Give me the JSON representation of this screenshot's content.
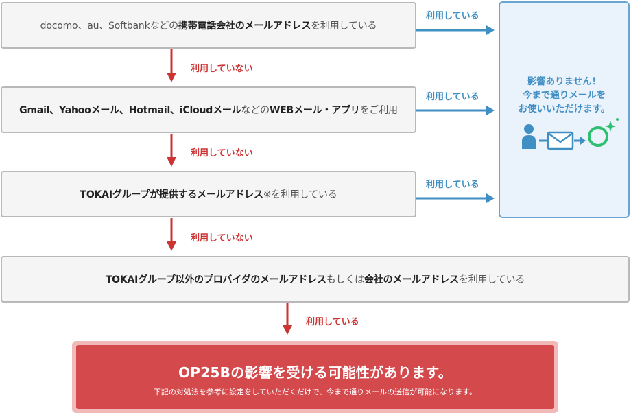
{
  "steps": [
    {
      "segments": [
        {
          "text": "docomo、au、Softbankなどの",
          "bold": false
        },
        {
          "text": "携帯電話会社のメールアドレス",
          "bold": true
        },
        {
          "text": "を利用している",
          "bold": false
        }
      ]
    },
    {
      "segments": [
        {
          "text": "Gmail、Yahooメール、Hotmail、iCloudメール",
          "bold": true
        },
        {
          "text": "などの",
          "bold": false
        },
        {
          "text": "WEBメール・アプリ",
          "bold": true
        },
        {
          "text": "をご利用",
          "bold": false
        }
      ]
    },
    {
      "segments": [
        {
          "text": "TOKAIグループが提供するメールアドレス",
          "bold": true
        },
        {
          "text": "※を利用している",
          "bold": false
        }
      ]
    },
    {
      "segments": [
        {
          "text": "TOKAIグループ以外のプロバイダのメールアドレス",
          "bold": true
        },
        {
          "text": "もしくは",
          "bold": false
        },
        {
          "text": "会社のメールアドレス",
          "bold": true
        },
        {
          "text": "を利用している",
          "bold": false
        }
      ]
    }
  ],
  "labels": {
    "yes": "利用している",
    "no": "利用していない"
  },
  "side_panel": {
    "lines": [
      "影響ありません！",
      "今まで通りメールを",
      "お使いいただけます。"
    ],
    "icons": [
      "person-icon",
      "envelope-icon",
      "check-circle-icon"
    ]
  },
  "result": {
    "title": "OP25Bの影響を受ける可能性があります。",
    "subtitle": "下記の対処法を参考に設定をしていただくだけで、今まで通りメールの送信が可能になります。"
  },
  "colors": {
    "blue": "#3f8fc4",
    "red": "#cc3333",
    "result_bg": "#d3494c",
    "result_border": "#f2b9b9"
  }
}
